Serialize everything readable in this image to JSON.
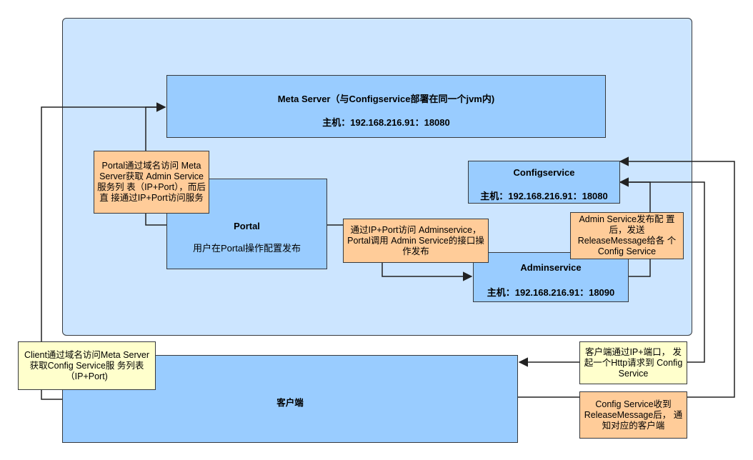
{
  "meta_server": {
    "title": "Meta Server（与Configservice部署在同一个jvm内)",
    "host": "主机：192.168.216.91：18080"
  },
  "configservice": {
    "title": "Configservice",
    "host": "主机：192.168.216.91：18080"
  },
  "portal": {
    "title": "Portal",
    "desc": "用户在Portal操作配置发布"
  },
  "adminservice": {
    "title": "Adminservice",
    "host": "主机：192.168.216.91：18090"
  },
  "client": {
    "title": "客户端"
  },
  "notes": {
    "portal_meta": "Portal通过域名访问 Meta Server获取 Admin Service服务列 表（IP+Port），而后直 接通过IP+Port访问服务",
    "portal_admin": "通过IP+Port访问 Adminservice，Portal调用 Admin Service的接口操作发布",
    "admin_config": "Admin Service发布配 置后，发送 ReleaseMessage给各 个Config Service",
    "client_meta": "Client通过域名访问Meta Server获取Config Service服 务列表（IP+Port)",
    "client_config": "客户端通过IP+端口， 发起一个Http请求到 Config Service",
    "config_client": "Config Service收到 ReleaseMessage后， 通知对应的客户端"
  },
  "colors": {
    "container": "#cce5ff",
    "box": "#99ccff",
    "orange_note": "#ffcc99",
    "yellow_note": "#ffffcc",
    "stroke": "#36393d"
  }
}
